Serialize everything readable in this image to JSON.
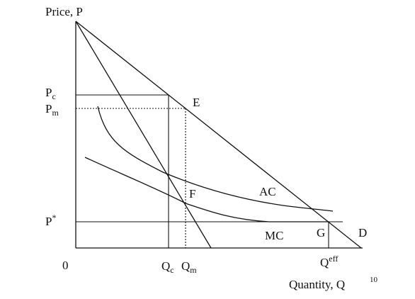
{
  "axes": {
    "y_label": "Price, P",
    "x_label": "Quantity, Q",
    "origin": "0"
  },
  "price_labels": {
    "pc_main": "P",
    "pc_sub": "c",
    "pm_main": "P",
    "pm_sub": "m",
    "pstar_main": "P",
    "pstar_sup": "*"
  },
  "quantity_labels": {
    "qc_main": "Q",
    "qc_sub": "c",
    "qm_main": "Q",
    "qm_sub": "m",
    "qeff_main": "Q",
    "qeff_sup": "eff"
  },
  "curve_labels": {
    "ac": "AC",
    "mc": "MC",
    "demand": "D"
  },
  "point_labels": {
    "e": "E",
    "f": "F",
    "g": "G"
  },
  "slide_number": "10"
}
